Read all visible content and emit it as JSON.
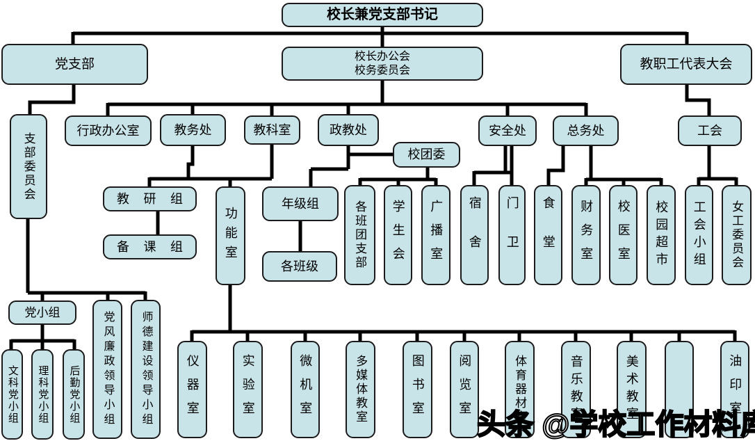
{
  "diagram": {
    "root": "校长兼党支部书记",
    "level2": {
      "party_branch": "党支部",
      "principal_meeting": "校长办公会",
      "school_affairs_committee": "校务委员会",
      "staff_congress": "教职工代表大会"
    },
    "offices": {
      "branch_committee": "支部委员会",
      "admin_office": "行政办公室",
      "academic_affairs": "教务处",
      "teaching_research_office": "教科室",
      "political_education": "政教处",
      "youth_league": "校团委",
      "security_office": "安全处",
      "general_affairs": "总务处",
      "labor_union": "工会"
    },
    "academic": {
      "teaching_research_group": "教研组",
      "lesson_prep_group": "备课组",
      "function_rooms": "功能室",
      "grade_group": "年级组",
      "classes": "各班级"
    },
    "students": {
      "class_league_branches": "各班团支部",
      "student_union": "学生会",
      "broadcast_room": "广播室"
    },
    "logistics": {
      "dormitory": "宿舍",
      "gate_guard": "门卫",
      "canteen": "食堂",
      "finance_office": "财务室",
      "school_clinic": "校医室",
      "campus_store": "校园超市"
    },
    "union": {
      "union_groups": "工会小组",
      "women_committee": "女工委员会"
    },
    "party": {
      "party_groups": "党小组",
      "integrity_leading_group": "党风廉政领导小组",
      "ethics_leading_group": "师德建设领导小组",
      "liberal_arts_party_group": "文科党小组",
      "science_party_group": "理科党小组",
      "logistics_party_group": "后勤党小组"
    },
    "rooms": {
      "instrument_room": "仪器室",
      "laboratory": "实验室",
      "computer_room": "微机室",
      "multimedia_room": "多媒体教室",
      "library_room": "图书室",
      "reading_room": "阅览室",
      "pe_equipment_room": "体育器材室",
      "music_room": "音乐教室",
      "art_room": "美术教室",
      "unlabeled_room": "",
      "mimeograph_room": "油印室"
    }
  },
  "watermark": "头条 @学校工作材料库",
  "colors": {
    "node_fill": "#c9e4e9",
    "node_border": "#1a1a1a",
    "connector": "#000000"
  }
}
